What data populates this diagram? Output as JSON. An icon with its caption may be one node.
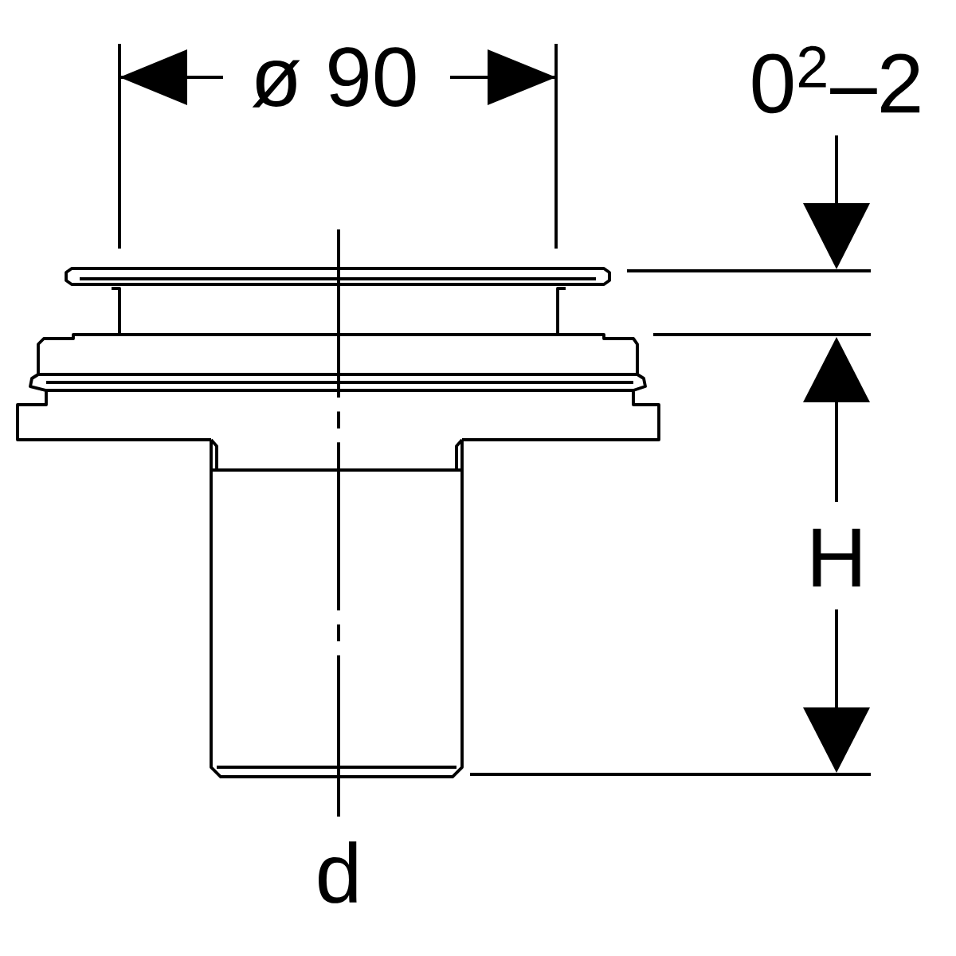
{
  "diagram": {
    "labels": [
      "ø 90",
      "0$^{2}$–2",
      "H",
      "d"
    ]
  }
}
